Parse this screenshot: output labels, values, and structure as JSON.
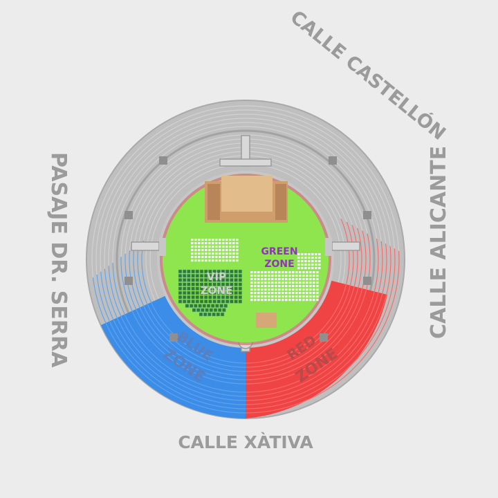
{
  "streets": {
    "top_right": "CALLE CASTELLÓN",
    "left": "PASAJE DR. SERRA",
    "right": "CALLE ALICANTE",
    "bottom": "CALLE XÀTIVA"
  },
  "zones": {
    "green": {
      "line1": "GREEN",
      "line2": "ZONE",
      "color": "#8f35b8"
    },
    "vip": {
      "line1": "VIP",
      "line2": "ZONE",
      "color": "#cfcfcf"
    },
    "blue": {
      "line1": "BLUE",
      "line2": "ZONE",
      "color": "#5a7fbf"
    },
    "red": {
      "line1": "RED",
      "line2": "ZONE",
      "color": "#b84a4a"
    }
  },
  "colors": {
    "background": "#ececec",
    "stands": "#bdbdbd",
    "arena_floor": "#8ee54e",
    "blue_section": "#3b8de8",
    "red_section": "#f04444",
    "stage": "#cf9e6a",
    "vip_seats": "#2f7a3a",
    "general_seats": "#f2f2f2"
  },
  "icons": {
    "stage": "stage-platform-icon",
    "control_booth": "control-booth-icon"
  }
}
